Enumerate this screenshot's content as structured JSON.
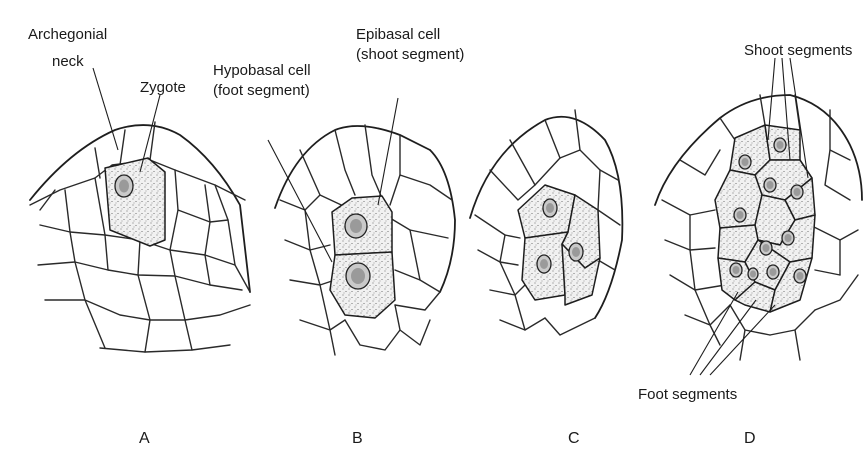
{
  "labels": {
    "archegonial_neck_line1": "Archegonial",
    "archegonial_neck_line2": "neck",
    "zygote": "Zygote",
    "epibasal_line1": "Epibasal cell",
    "epibasal_line2": "(shoot segment)",
    "hypobasal_line1": "Hypobasal cell",
    "hypobasal_line2": "(foot segment)",
    "shoot_segments": "Shoot segments",
    "foot_segments": "Foot segments"
  },
  "panels": [
    "A",
    "B",
    "C",
    "D"
  ]
}
